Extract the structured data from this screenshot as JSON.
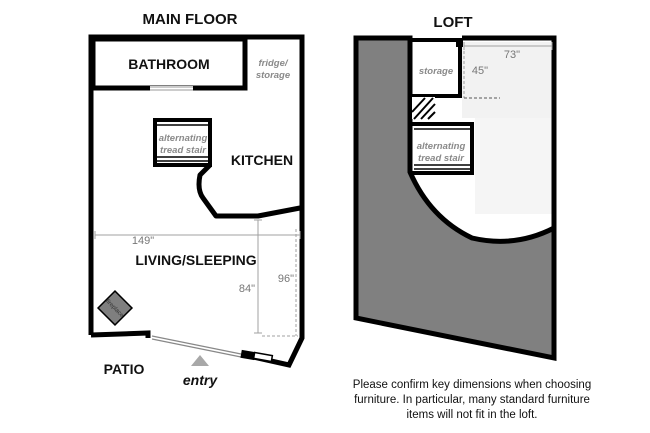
{
  "titles": {
    "main_floor": "MAIN FLOOR",
    "loft": "LOFT"
  },
  "rooms": {
    "bathroom": "BATHROOM",
    "kitchen": "KITCHEN",
    "living_sleeping": "LIVING/SLEEPING",
    "patio": "PATIO"
  },
  "labels": {
    "fridge_line1": "fridge/",
    "fridge_line2": "storage",
    "stair_line1": "alternating",
    "stair_line2": "tread stair",
    "loft_stair_line1": "alternating",
    "loft_stair_line2": "tread stair",
    "storage": "storage",
    "fireplace": "fireplace",
    "entry": "entry"
  },
  "dimensions": {
    "width_149": "149\"",
    "height_84": "84\"",
    "height_96": "96\"",
    "width_73": "73\"",
    "height_45": "45\""
  },
  "note": {
    "line1": "Please confirm key dimensions when choosing",
    "line2": "furniture.  In particular, many standard furniture",
    "line3": "items will not fit in the loft."
  },
  "colors": {
    "wall": "#000000",
    "loft_fill": "#808080",
    "dim_line": "#a0a0a0",
    "entry_triangle": "#a8a8a8"
  }
}
